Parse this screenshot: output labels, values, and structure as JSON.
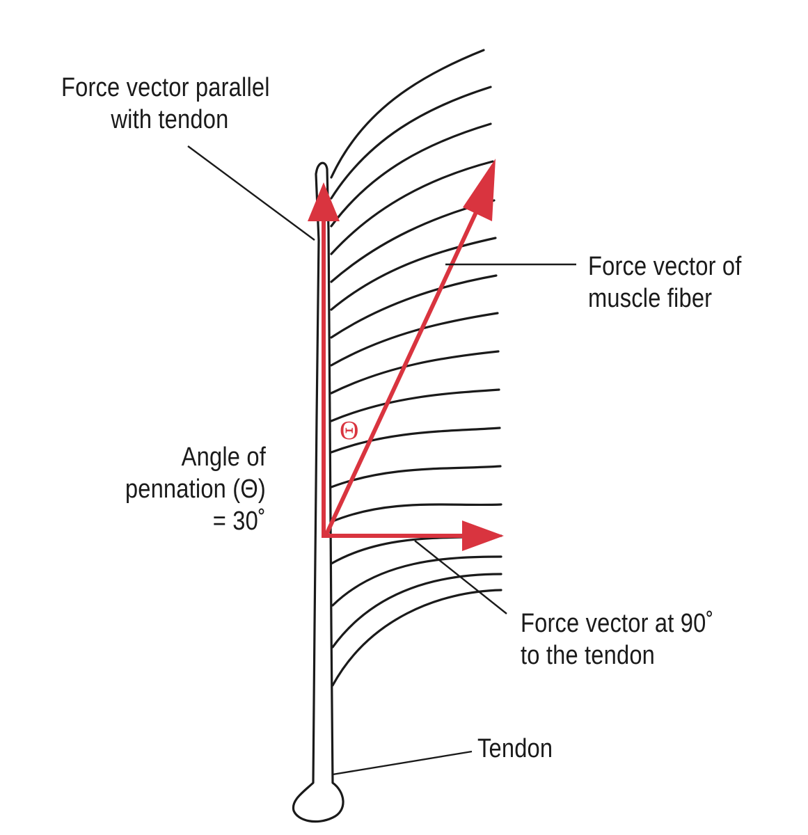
{
  "labels": {
    "parallel": [
      "Force vector parallel",
      "with tendon"
    ],
    "fiber": [
      "Force vector of",
      "muscle fiber"
    ],
    "angle": [
      "Angle of",
      "pennation (Θ)",
      "= 30˚"
    ],
    "perpendicular": [
      "Force vector at 90˚",
      "to the tendon"
    ],
    "tendon": "Tendon",
    "theta": "Θ"
  },
  "colors": {
    "vector": "#d9343f",
    "line": "#1a1a1a",
    "background": "#ffffff"
  }
}
